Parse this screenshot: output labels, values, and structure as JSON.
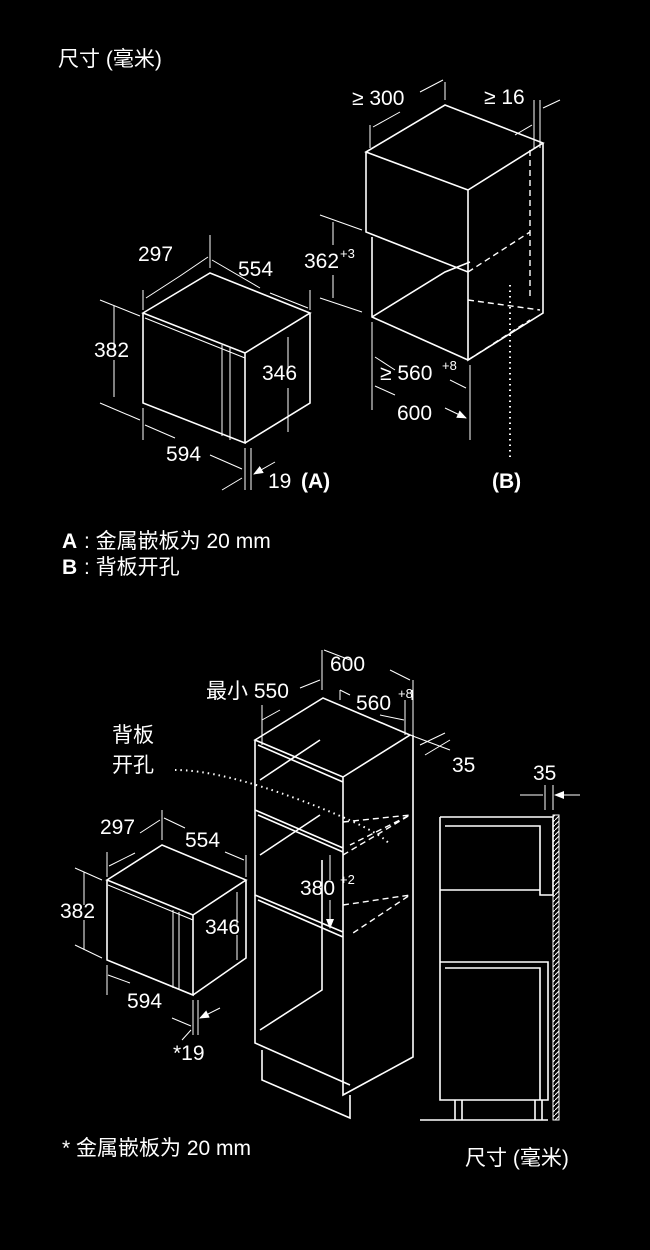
{
  "top": {
    "title": "尺寸 (毫米)",
    "appliance": {
      "depth": "297",
      "width_side": "554",
      "height": "382",
      "inner_height": "346",
      "width": "594",
      "panel": "19",
      "panel_ref": "(A)"
    },
    "niche": {
      "top_depth": "≥ 300",
      "gap": "≥ 16",
      "height": "362",
      "height_tol": "+3",
      "width": "≥ 560",
      "width_tol": "+8",
      "cabinet_width": "600",
      "ref_b": "(B)"
    },
    "legend": [
      {
        "key": "A",
        "text": ": 金属嵌板为 20 mm"
      },
      {
        "key": "B",
        "text": ": 背板开孔"
      }
    ]
  },
  "bottom": {
    "min_label": "最小 550",
    "cabinet_width": "600",
    "niche_width": "560",
    "niche_width_tol": "+8",
    "back_gap": "35",
    "back_hole_line1": "背板",
    "back_hole_line2": "开孔",
    "niche_height": "380",
    "niche_height_tol": "+2",
    "appliance": {
      "depth": "297",
      "width_side": "554",
      "height": "382",
      "inner_height": "346",
      "width": "594",
      "panel": "*19"
    },
    "side_gap": "35",
    "footnote": "* 金属嵌板为 20 mm",
    "title": "尺寸 (毫米)"
  }
}
